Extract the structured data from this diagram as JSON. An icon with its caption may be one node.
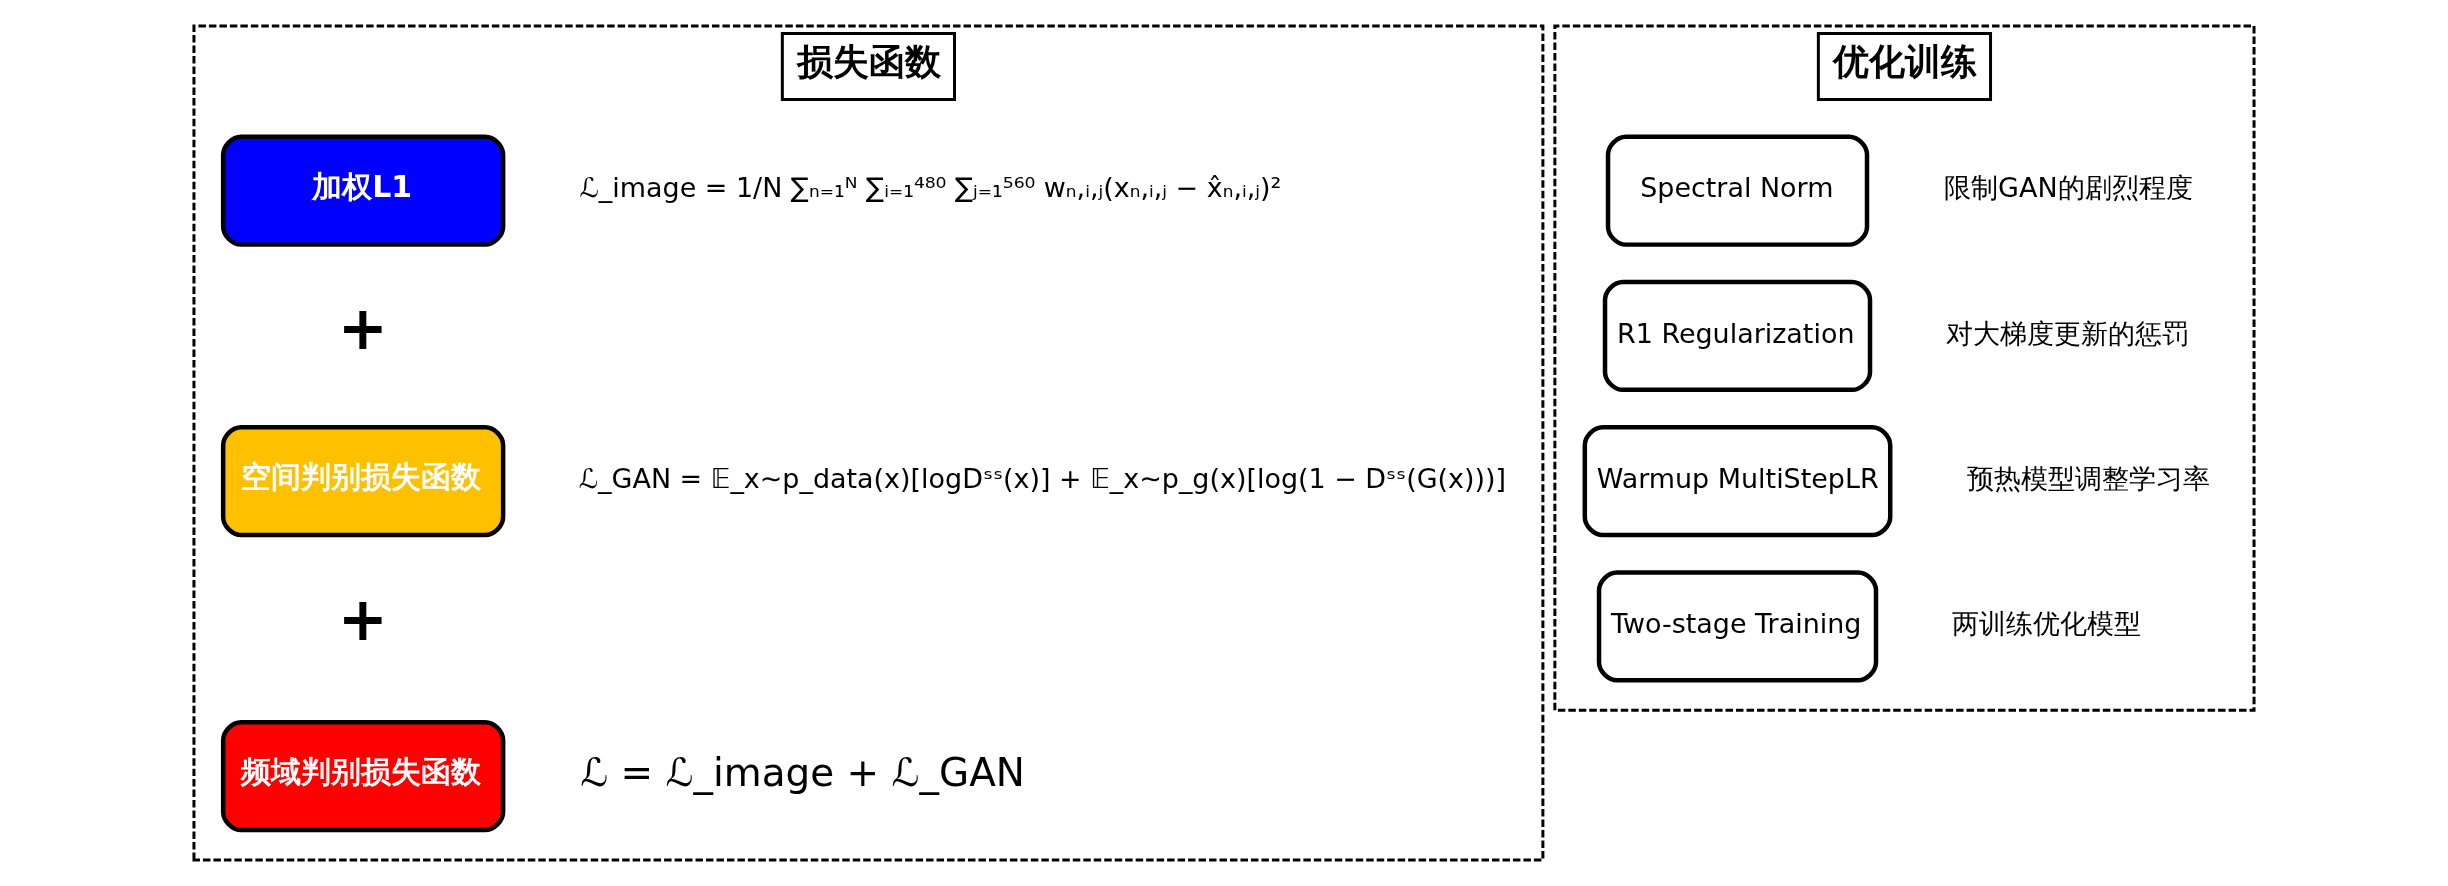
{
  "diagram": {
    "nodes": [
      {
        "text": [
          "损失函数"
        ]
      },
      {
        "text": [
          "加权L1"
        ],
        "in": 0,
        "beside": [
          "ℒ_image = 1/N ∑ₙ₌₁ᴺ ∑ᵢ₌₁⁴⁸⁰ ∑ⱼ₌₁⁵⁶⁰ wₙ,ᵢ,ⱼ(xₙ,ᵢ,ⱼ − x̂ₙ,ᵢ,ⱼ)²"
        ]
      },
      {
        "text": [
          "空间判别损失函数"
        ],
        "in": 0,
        "beside": [
          "ℒ_GAN = 𝔼_x∼p_data(x)[logDˢˢ(x)] + 𝔼_x∼p_g(x)[log(1 − Dˢˢ(G(x)))]"
        ]
      },
      {
        "text": [
          "频域判别损失函数"
        ],
        "in": 0
      },
      {
        "text": [
          "优化训练"
        ]
      },
      {
        "text": [
          "Spectral Norm"
        ],
        "in": 4,
        "beside": [
          "限制GAN的剧烈程度"
        ]
      },
      {
        "text": [
          "R1 Regularization"
        ],
        "in": 4,
        "beside": [
          "对大梯度更新的惩罚"
        ]
      },
      {
        "text": [
          "Warmup MultiStepLR"
        ],
        "in": 4,
        "beside": [
          "预热模型调整学习率"
        ]
      },
      {
        "text": [
          "Two-stage Training"
        ],
        "in": 4,
        "beside": [
          "两训练优化模型"
        ]
      }
    ],
    "edges": [],
    "labels": [
      "+",
      "+",
      "ℒ = ℒ_image + ℒ_GAN"
    ]
  }
}
